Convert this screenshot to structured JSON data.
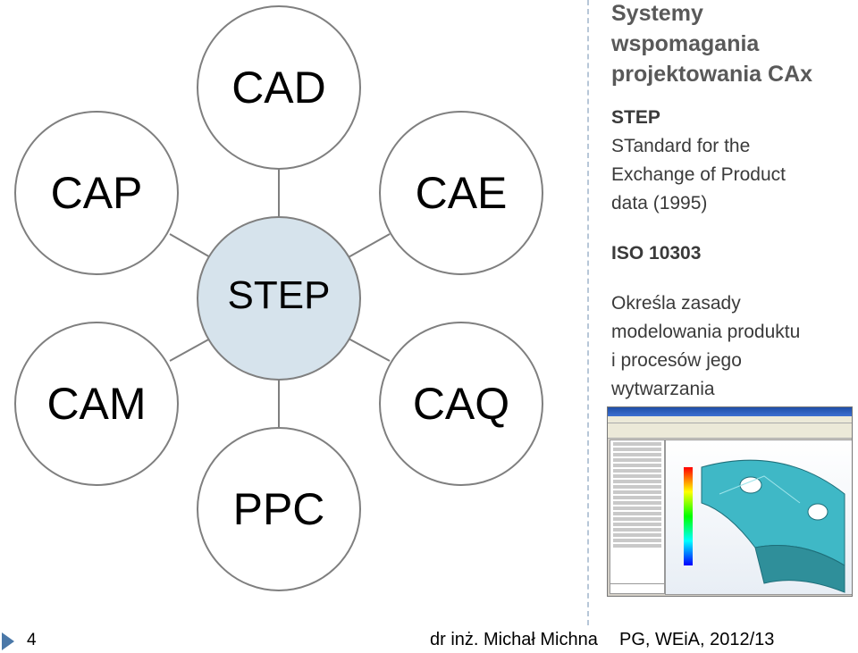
{
  "diagram": {
    "center": "STEP",
    "nodes": {
      "top": "CAD",
      "top_left": "CAP",
      "top_right": "CAE",
      "bottom_left": "CAM",
      "bottom_right": "CAQ",
      "bottom": "PPC"
    }
  },
  "sidebar": {
    "title": "Systemy wspomagania projektowania CAx",
    "step_lines": [
      "STEP",
      "STandard for the",
      "Exchange of Product",
      "data (1995)"
    ],
    "iso": "ISO 10303",
    "desc_lines": [
      "Określa zasady",
      "modelowania produktu",
      "i procesów jego",
      "wytwarzania"
    ]
  },
  "footer": {
    "page": "4",
    "author": "dr inż. Michał Michna",
    "dept": "PG, WEiA, 2012/13"
  },
  "colors": {
    "center_fill": "#d6e3ec",
    "circle_stroke": "#7f7f7f",
    "title_color": "#595959",
    "accent": "#4a78a8"
  }
}
